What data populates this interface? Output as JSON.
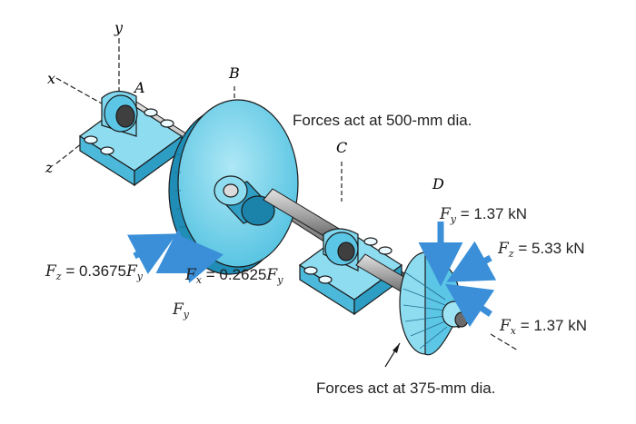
{
  "axes": {
    "x": "x",
    "y": "y",
    "z": "z"
  },
  "points": {
    "A": "A",
    "B": "B",
    "C": "C",
    "D": "D"
  },
  "notes": {
    "gear_b": "Forces act at 500-mm dia.",
    "gear_d": "Forces act at 375-mm dia."
  },
  "forces": {
    "fz_b": {
      "sym": "F",
      "sub": "z",
      "eq": " = 0.3675",
      "sym2": "F",
      "sub2": "y"
    },
    "fx_b": {
      "sym": "F",
      "sub": "x",
      "eq": " = 0.2625",
      "sym2": "F",
      "sub2": "y"
    },
    "fy_b": {
      "sym": "F",
      "sub": "y"
    },
    "fy_d": {
      "sym": "F",
      "sub": "y",
      "eq": " = 1.37 kN"
    },
    "fz_d": {
      "sym": "F",
      "sub": "z",
      "eq": " = 5.33 kN"
    },
    "fx_d": {
      "sym": "F",
      "sub": "x",
      "eq": " = 1.37 kN"
    }
  },
  "colors": {
    "part": "#7fd6ee",
    "part_dark": "#45b8d9",
    "part_deep": "#2796bd",
    "shaft": "#9a9a9a",
    "arrow": "#3a8fd8",
    "outline": "#1a1a1a"
  }
}
